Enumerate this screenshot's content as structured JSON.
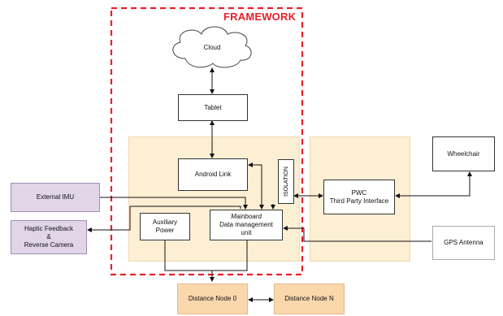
{
  "framework_label": "FRAMEWORK",
  "nodes": {
    "cloud": "Cloud",
    "tablet": "Tablet",
    "android_link": "Android Link",
    "auxiliary_power": [
      "Auxiliary",
      "Power"
    ],
    "mainboard": [
      "Mainboard",
      "Data management",
      "unit"
    ],
    "isolation": "ISOLATION",
    "pwc": [
      "PWC",
      "Third Party Interface"
    ],
    "wheelchair": "Wheelchair",
    "external_imu": "External IMU",
    "haptic": [
      "Haptic Feedback",
      "&",
      "Reverse Camera"
    ],
    "gps": "GPS Antenna",
    "distance_node_0": "Distance Node 0",
    "distance_node_n": "Distance Node N"
  },
  "colors": {
    "framework_border": "#e8202a",
    "mainboard_region": "#fdefd4",
    "purple_box": "#e1d5e7",
    "orange_box": "#fad7ac"
  }
}
